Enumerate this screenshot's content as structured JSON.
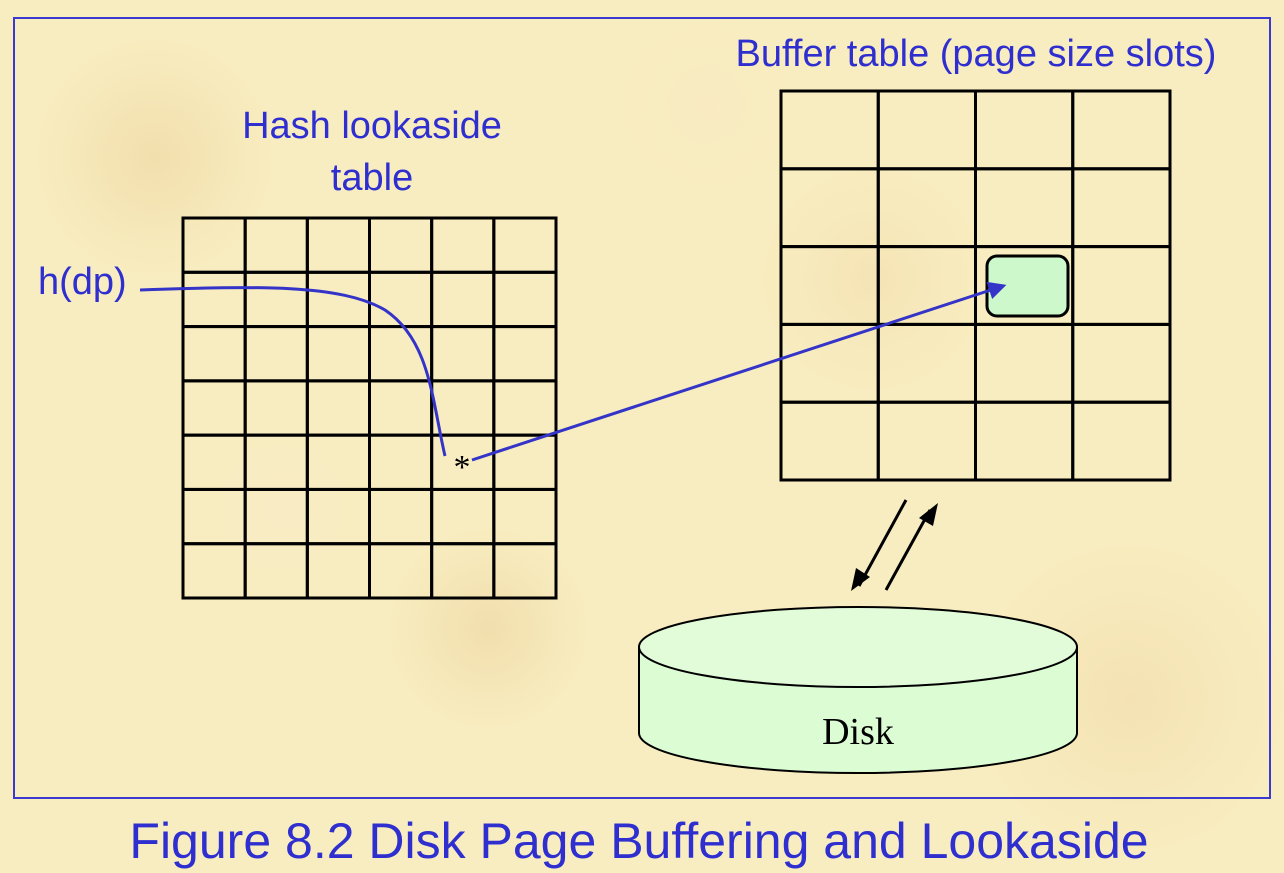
{
  "figure": {
    "caption": "Figure 8.2  Disk Page Buffering and Lookaside"
  },
  "hash_table": {
    "title_line1": "Hash lookaside",
    "title_line2": "table",
    "rows": 7,
    "cols": 6
  },
  "buffer_table": {
    "title": "Buffer table (page size slots)",
    "rows": 5,
    "cols": 4,
    "highlighted_slot": {
      "row": 3,
      "col": 3
    }
  },
  "hash_input": {
    "label": "h(dp)"
  },
  "pointer_marker": {
    "symbol": "*"
  },
  "disk": {
    "label": "Disk"
  },
  "colors": {
    "background": "#f8edc0",
    "frame": "#3a3ad0",
    "text_blue": "#2f2fd0",
    "arrow": "#3434c8",
    "grid": "#000000",
    "disk_fill": "#dcfcd4",
    "slot_fill": "#ccf8cc"
  }
}
